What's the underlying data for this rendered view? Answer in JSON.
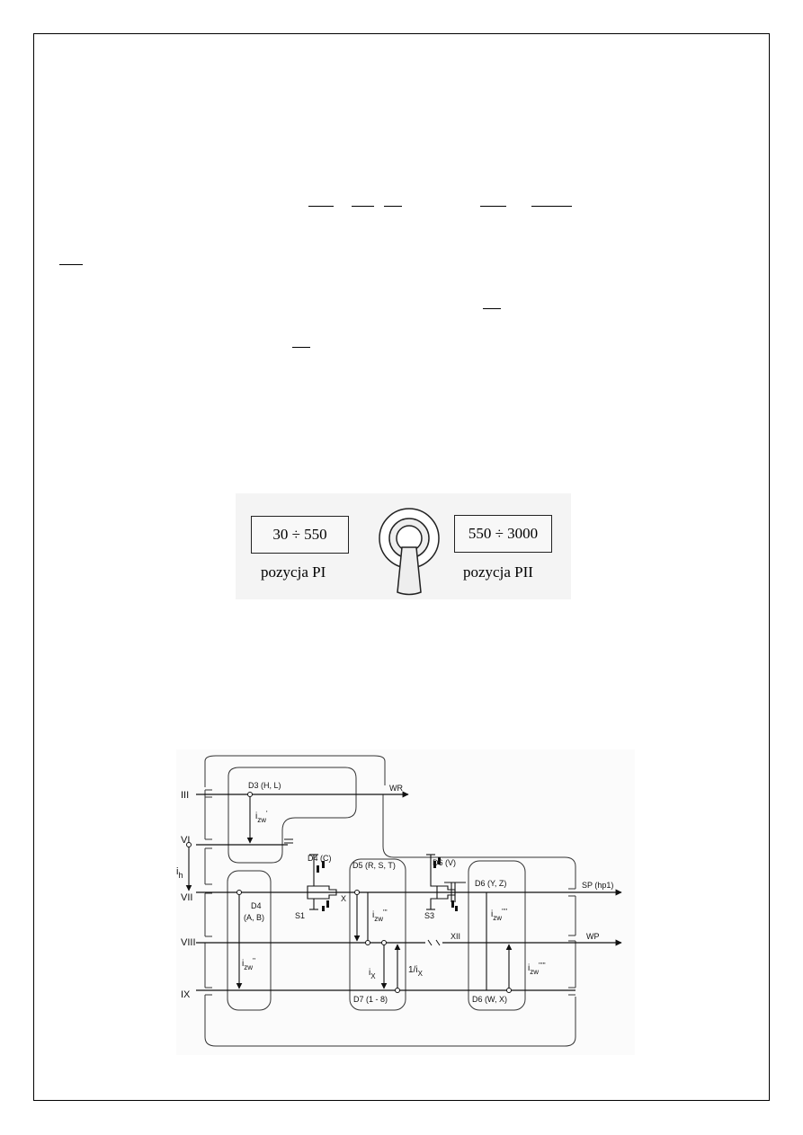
{
  "selector": {
    "left_range": "30 ÷ 550",
    "left_label": "pozycja PI",
    "right_range": "550 ÷ 3000",
    "right_label": "pozycja PII"
  },
  "diagram": {
    "shafts": [
      "III",
      "VI",
      "VII",
      "VIII",
      "IX"
    ],
    "ratio_h": "i",
    "ratio_h_sub": "h",
    "outputs": {
      "wr": "WR",
      "sp": "SP (hp1)",
      "wp": "WP"
    },
    "clutches": {
      "d3": "D3 (H, L)",
      "d4c": "D4 (C)",
      "d4": "D4",
      "d4ab": "(A, B)",
      "d5": "D5 (R, S, T)",
      "d6v": "D6 (V)",
      "d6yz": "D6 (Y, Z)",
      "d7": "D7 (1 - 8)",
      "d6wx": "D6 (W, X)",
      "s1": "S1",
      "s3": "S3",
      "x": "X",
      "xii": "XII"
    },
    "ratios": {
      "izw1": "i",
      "izw1_sub": "zw",
      "izw1_sup": "'",
      "izw2": "i",
      "izw2_sub": "zw",
      "izw2_sup": "''",
      "izw3": "i",
      "izw3_sub": "zw",
      "izw3_sup": "'''",
      "izw4": "i",
      "izw4_sub": "zw",
      "izw4_sup": "''''",
      "izw5": "i",
      "izw5_sub": "zw",
      "izw5_sup": "'''''",
      "ix": "i",
      "ix_sub": "X",
      "inv_ix": "1/i",
      "inv_ix_sub": "X"
    }
  }
}
